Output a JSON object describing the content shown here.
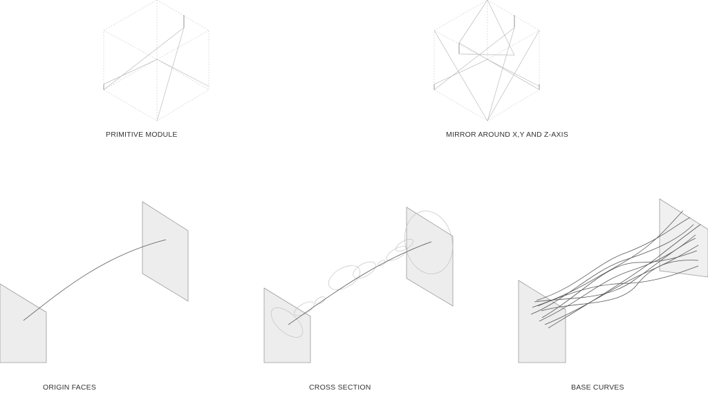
{
  "captions": {
    "primitive_module": "PRIMITIVE MODULE",
    "mirror": "MIRROR AROUND X,Y AND Z-AXIS",
    "origin_faces": "ORIGIN FACES",
    "cross_section": "CROSS SECTION",
    "base_curves": "BASE CURVES"
  },
  "colors": {
    "face_fill": "#ededed",
    "line": "#b9b9b9",
    "curve": "#555555",
    "caption": "#333333"
  }
}
